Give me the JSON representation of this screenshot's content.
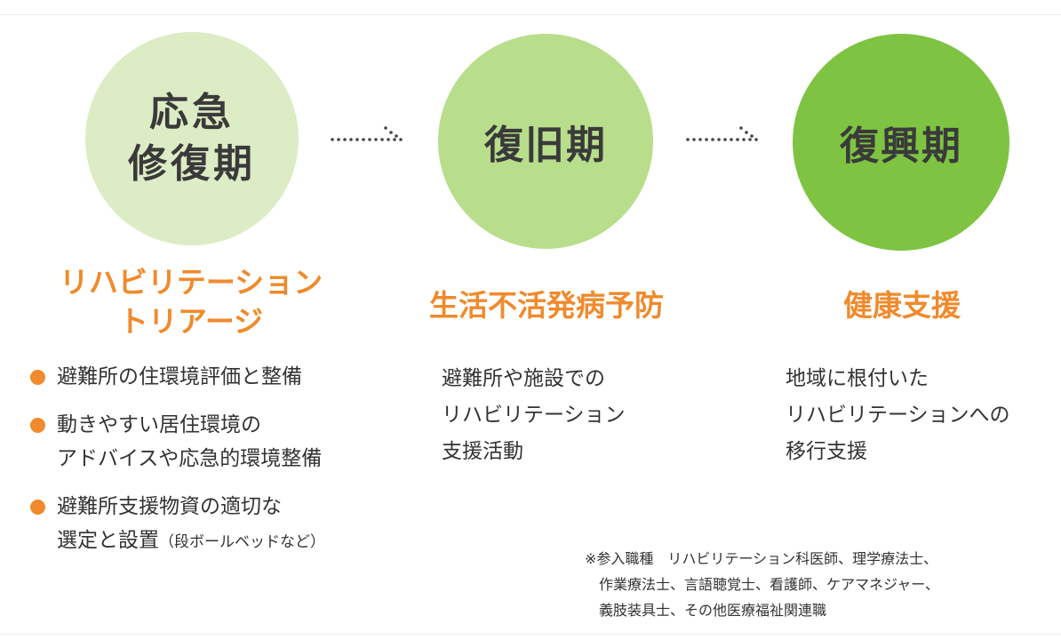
{
  "phases": [
    {
      "title_lines": [
        "応急",
        "修復期"
      ],
      "heading_lines": [
        "リハビリテーション",
        "トリアージ"
      ]
    },
    {
      "title_lines": [
        "復旧期"
      ],
      "heading_lines": [
        "生活不活発病予防"
      ]
    },
    {
      "title_lines": [
        "復興期"
      ],
      "heading_lines": [
        "健康支援"
      ]
    }
  ],
  "bullets": [
    {
      "lines": [
        "避難所の住環境評価と整備"
      ]
    },
    {
      "lines": [
        "動きやすい居住環境の",
        "アドバイスや応急的環境整備"
      ]
    },
    {
      "lines": [
        "避難所支援物資の適切な",
        "選定と設置"
      ],
      "suffix": "（段ボールベッドなど）"
    }
  ],
  "phase2_desc": [
    "避難所や施設での",
    "リハビリテーション",
    "支援活動"
  ],
  "phase3_desc": [
    "地域に根付いた",
    "リハビリテーションへの",
    "移行支援"
  ],
  "note_lines": [
    "※参入職種　リハビリテーション科医師、理学療法士、",
    "　作業療法士、言語聴覚士、看護師、ケアマネジャー、",
    "　義肢装具士、その他医療福祉関連職"
  ],
  "colors": {
    "circle_1": "#dcecc5",
    "circle_2": "#b8de8c",
    "circle_3": "#7ec442",
    "accent": "#f08a2c",
    "arrow": "#444444"
  },
  "icons": [
    "dotted-arrow-icon",
    "bullet-dot-icon"
  ]
}
